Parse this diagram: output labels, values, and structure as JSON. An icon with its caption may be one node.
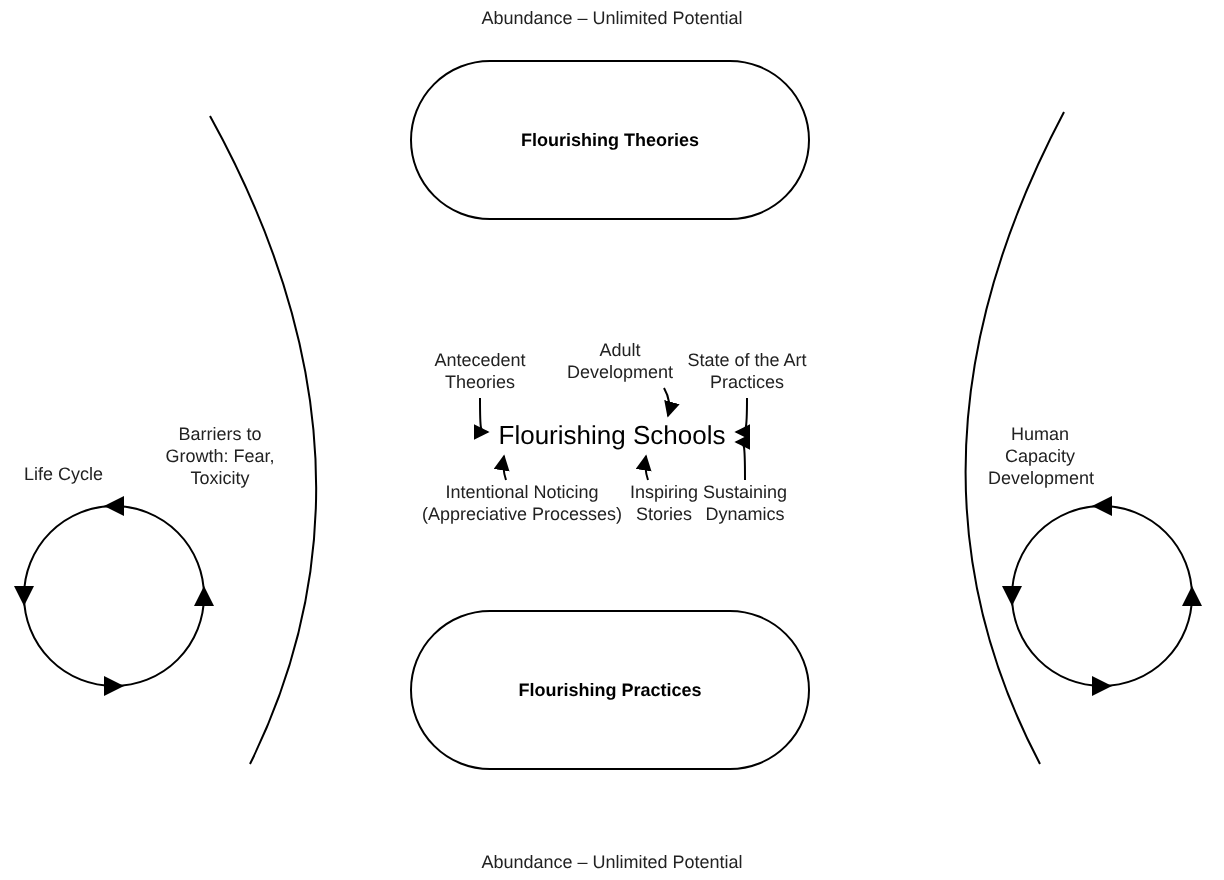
{
  "diagram": {
    "nodes": [
      {
        "text": [
          "Flourishing Theories"
        ]
      },
      {
        "text": [
          "Antecedent Theories"
        ]
      },
      {
        "text": [
          "Adult Development"
        ]
      },
      {
        "text": [
          "State of the Art Practices"
        ]
      },
      {
        "text": [
          "Flourishing Schools"
        ]
      },
      {
        "text": [
          "Intentional Noticing (Appreciative Processes)"
        ]
      },
      {
        "text": [
          "Inspiring Stories"
        ]
      },
      {
        "text": [
          "Sustaining Dynamics"
        ]
      },
      {
        "text": [
          "Flourishing Practices"
        ]
      }
    ],
    "edges": [
      {
        "from": 1,
        "to": 4,
        "arrow": "to"
      },
      {
        "from": 2,
        "to": 4,
        "arrow": "to"
      },
      {
        "from": 3,
        "to": 4,
        "arrow": "to"
      },
      {
        "from": 5,
        "to": 4,
        "arrow": "to"
      },
      {
        "from": 6,
        "to": 4,
        "arrow": "to"
      },
      {
        "from": 7,
        "to": 4,
        "arrow": "to"
      }
    ],
    "labels": [
      "Abundance – Unlimited Potential",
      "Life Cycle",
      "Barriers to Growth: Fear, Toxicity",
      "Human Capacity Development",
      "Abundance – Unlimited Potential"
    ]
  }
}
